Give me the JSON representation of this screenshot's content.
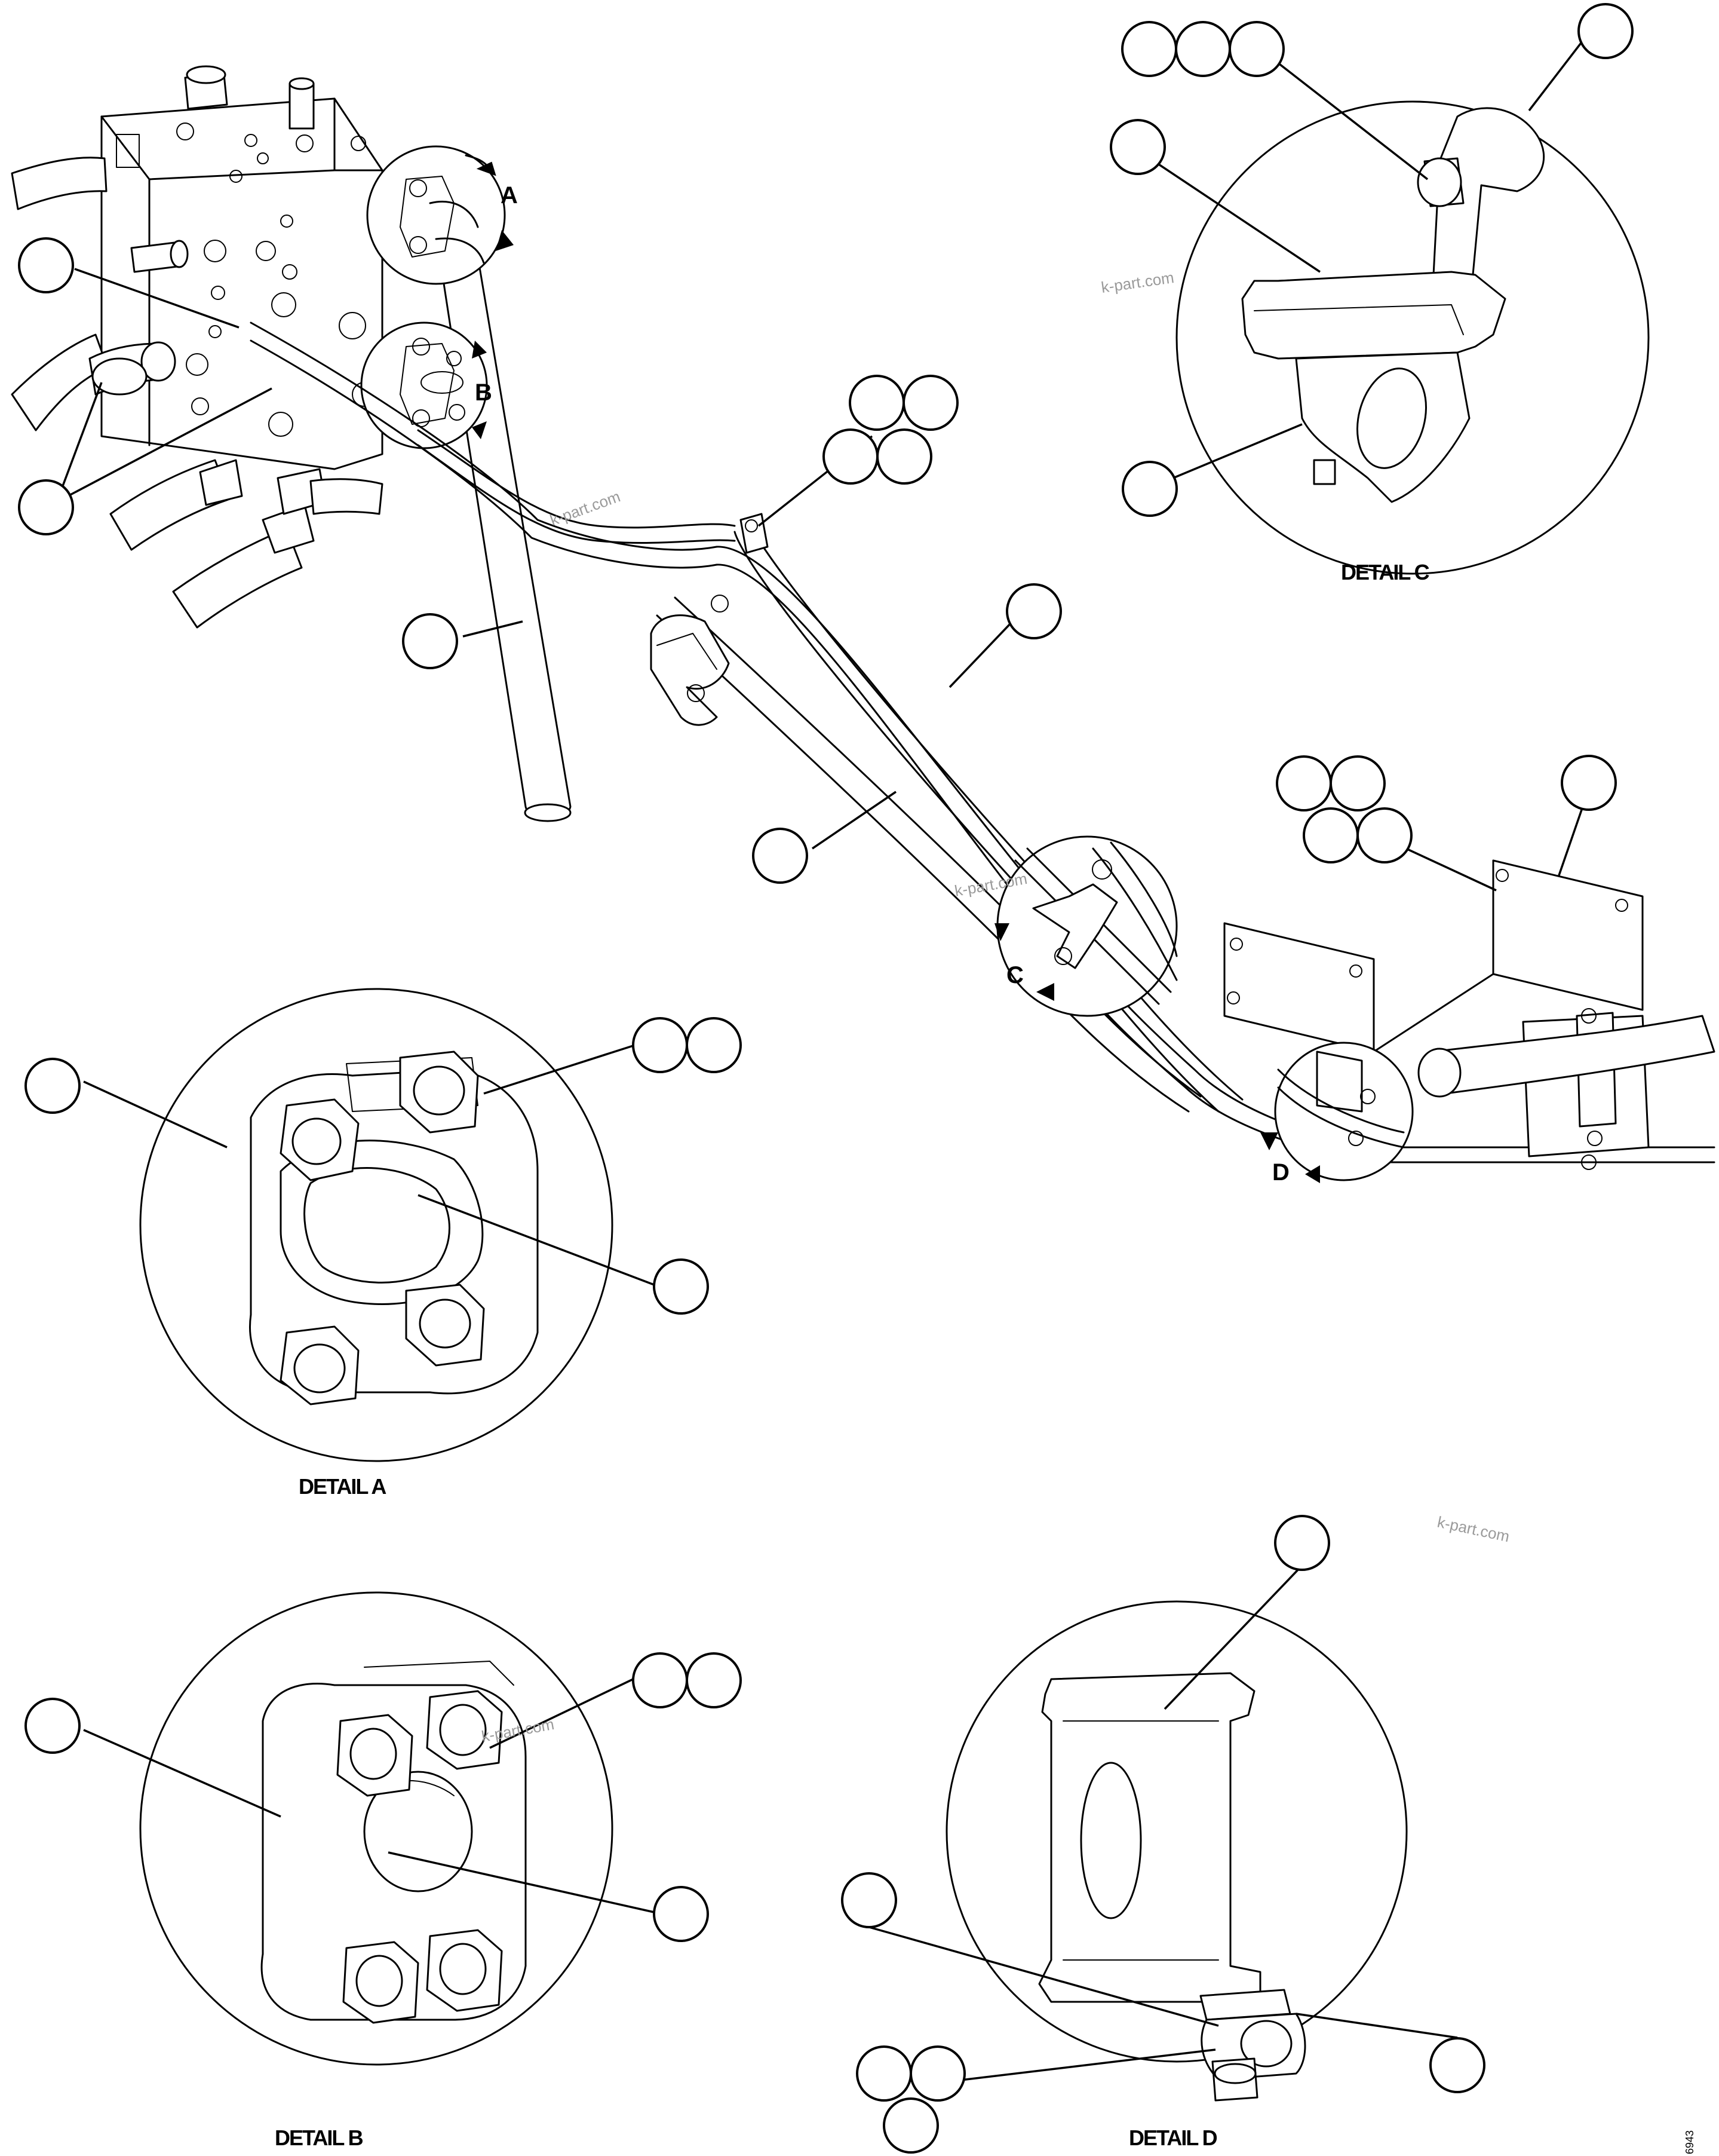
{
  "details": {
    "a": "DETAIL A",
    "b": "DETAIL B",
    "c": "DETAIL C",
    "d": "DETAIL D"
  },
  "view_letters": {
    "a": "A",
    "b": "B",
    "c": "C",
    "d": "D"
  },
  "watermarks": [
    "k-part.com",
    "k-part.com",
    "k-part.com",
    "k-part.com",
    "k-part.com"
  ],
  "drawing_code": "6943"
}
